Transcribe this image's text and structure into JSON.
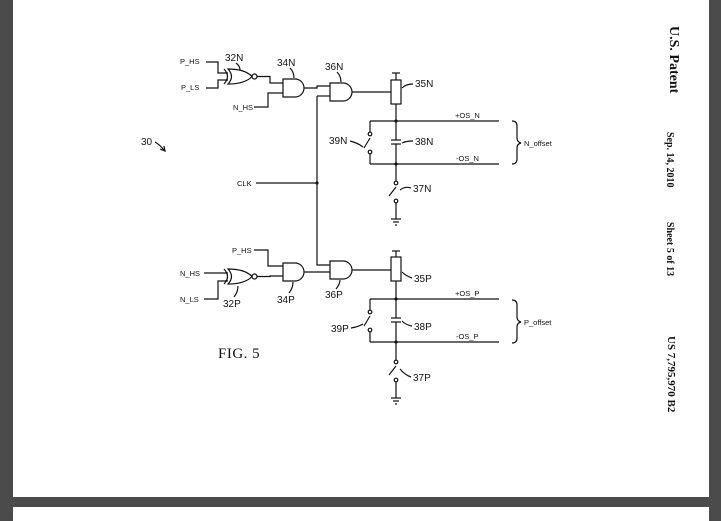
{
  "header": {
    "title": "U.S. Patent",
    "date": "Sep. 14, 2010",
    "sheet": "Sheet 5 of 13",
    "patent_number": "US 7,795,970 B2"
  },
  "figure": {
    "label": "FIG. 5",
    "ref": "30"
  },
  "signals": {
    "p_hs": "P_HS",
    "p_ls": "P_LS",
    "n_hs": "N_HS",
    "n_ls": "N_LS",
    "clk": "CLK",
    "os_n_pos": "+OS_N",
    "os_n_neg": "-OS_N",
    "os_p_pos": "+OS_P",
    "os_p_neg": "-OS_P",
    "n_offset": "N_offset",
    "p_offset": "P_offset"
  },
  "components": {
    "xnor_n": "32N",
    "and_n1": "34N",
    "and_n2": "36N",
    "res_n": "35N",
    "cap_n": "38N",
    "sw_n_cap": "39N",
    "sw_n_gnd": "37N",
    "xnor_p": "32P",
    "and_p1": "34P",
    "and_p2": "36P",
    "res_p": "35P",
    "cap_p": "38P",
    "sw_p_cap": "39P",
    "sw_p_gnd": "37P"
  }
}
